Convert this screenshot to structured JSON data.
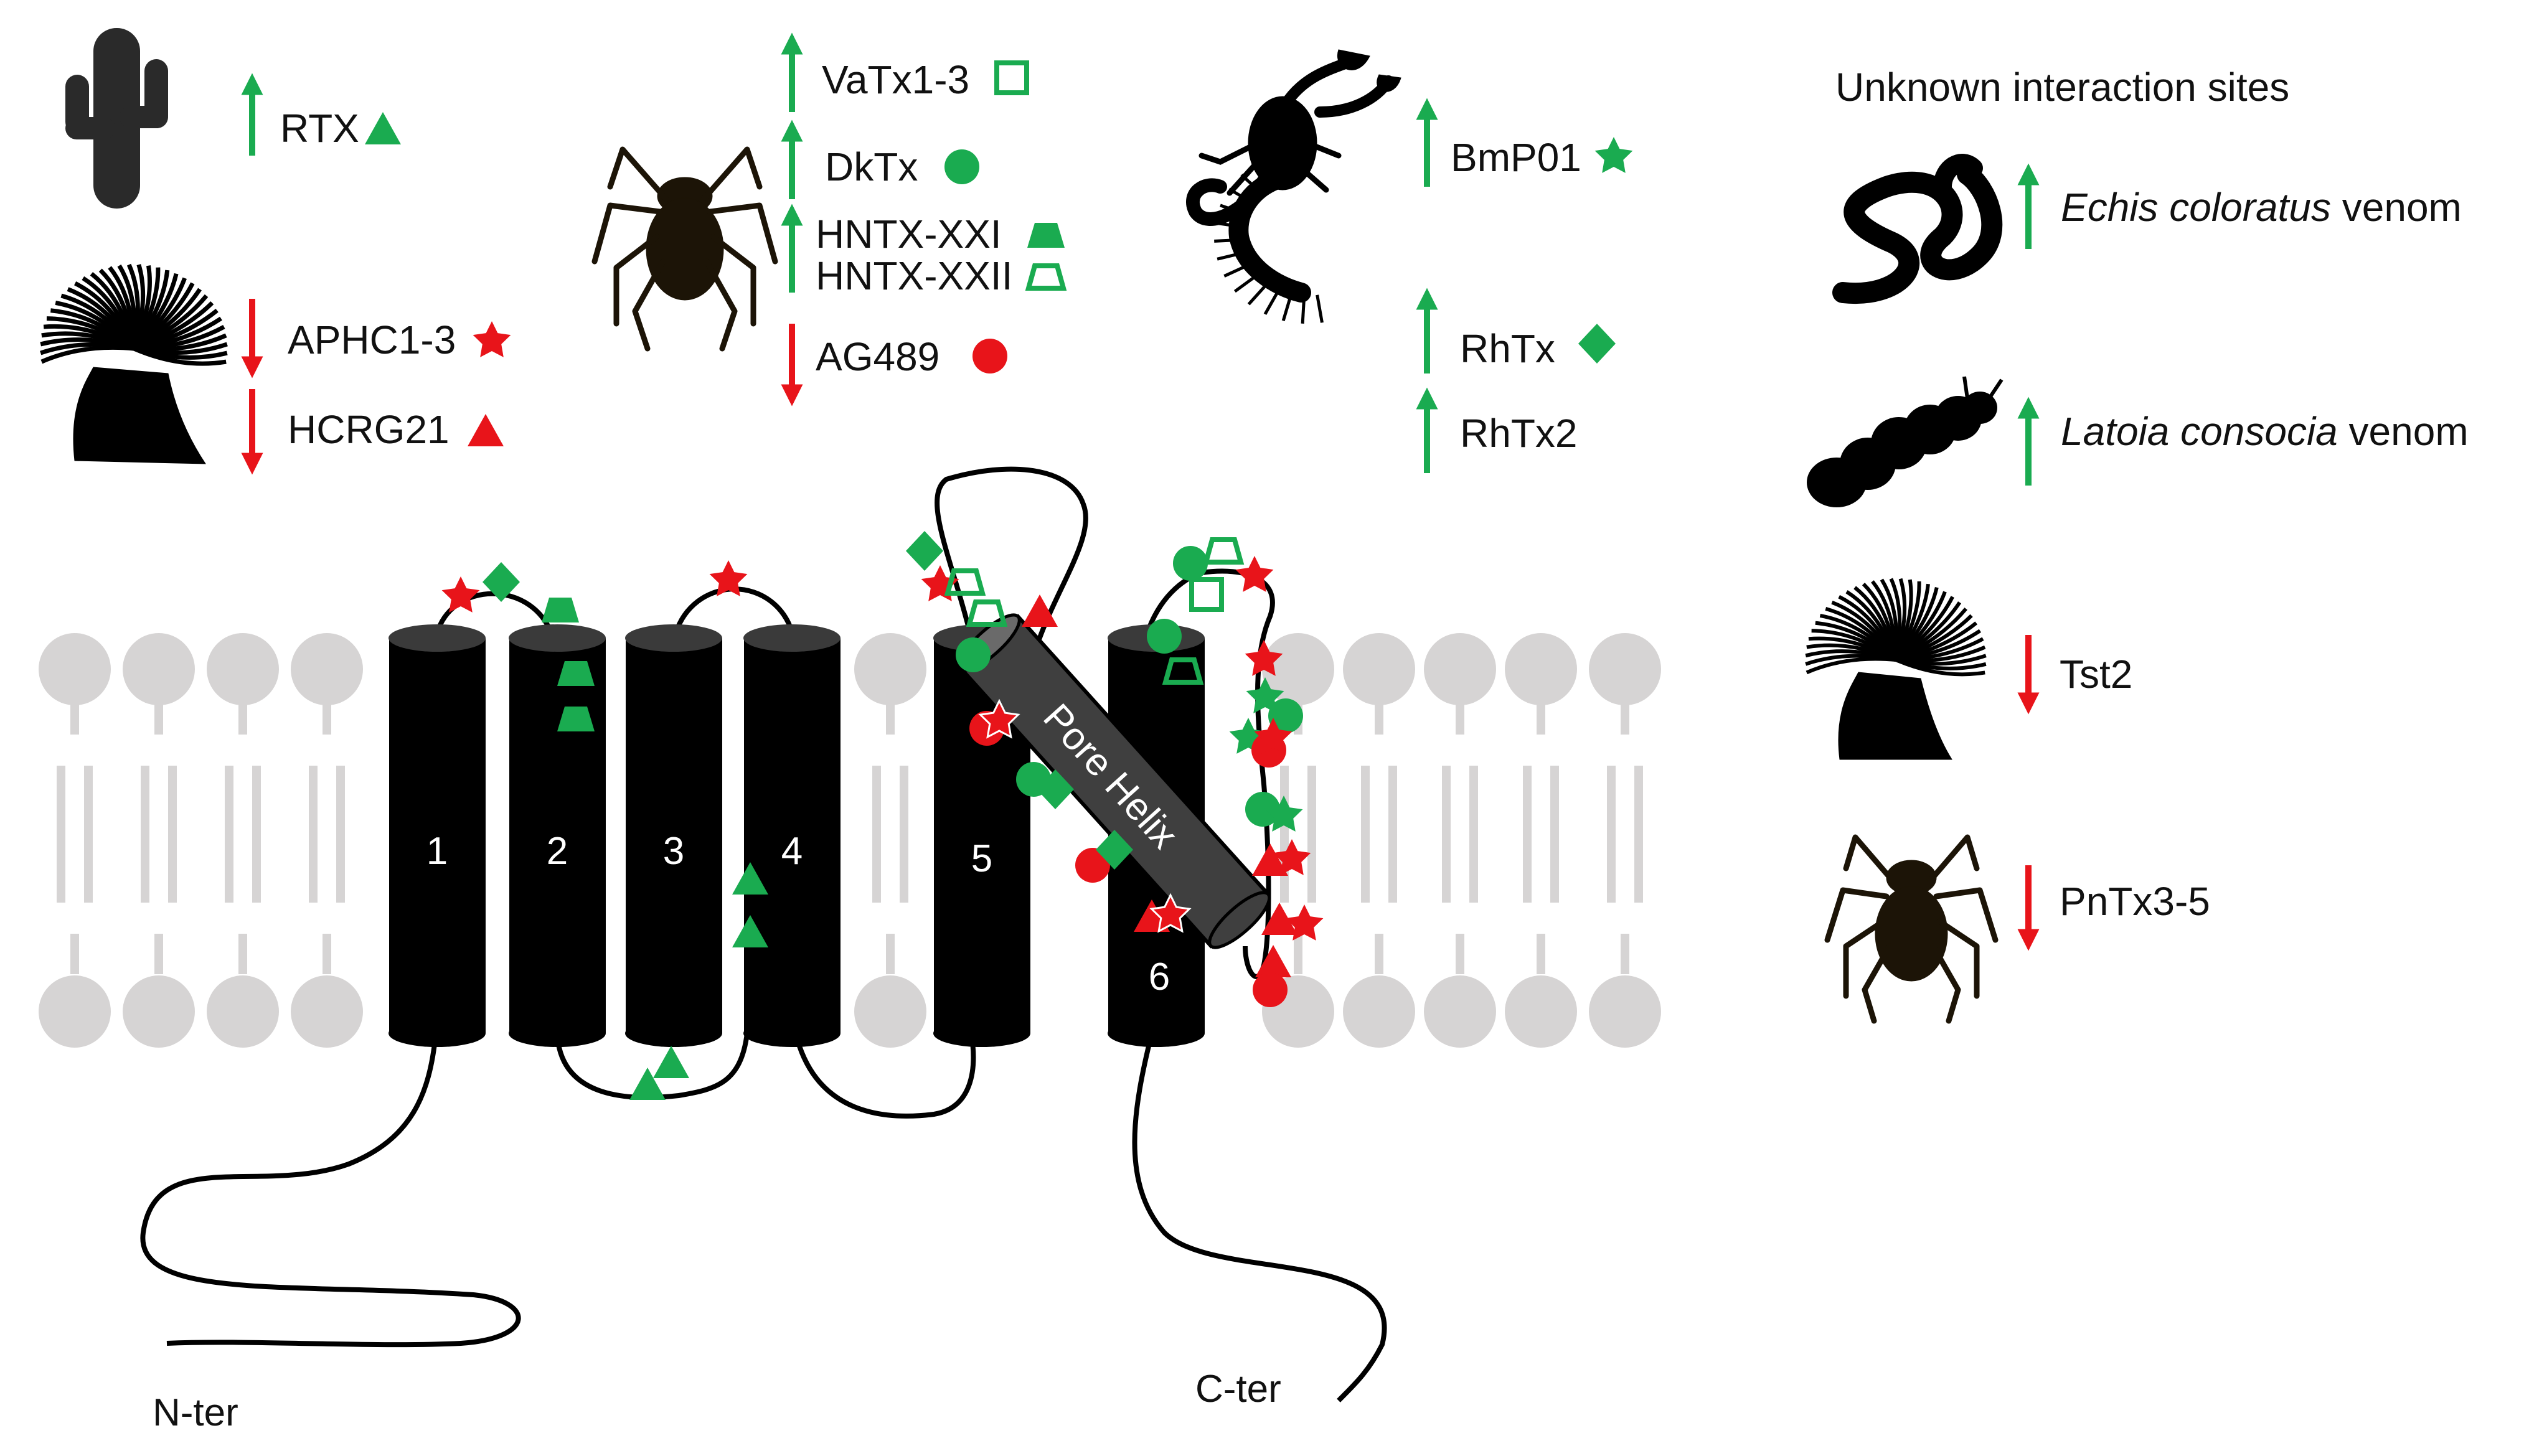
{
  "colors": {
    "activator": "#1aab50",
    "inhibitor": "#e8141a",
    "membrane": "#d6d4d4",
    "helix_fill": "#000000",
    "pore_fill": "#3f3f3f",
    "animal": "#1c1407"
  },
  "legend": {
    "cactus": {
      "icon": "cactus-icon",
      "toxins": [
        {
          "name": "RTX",
          "effect": "activator",
          "marker": "triangle-filled"
        }
      ]
    },
    "anemone": {
      "icon": "sea-anemone-icon",
      "toxins": [
        {
          "name": "APHC1-3",
          "effect": "inhibitor",
          "marker": "star"
        },
        {
          "name": "HCRG21",
          "effect": "inhibitor",
          "marker": "triangle-filled"
        }
      ]
    },
    "spider": {
      "icon": "spider-icon",
      "toxins": [
        {
          "name": "VaTx1-3",
          "effect": "activator",
          "marker": "square-open"
        },
        {
          "name": "DkTx",
          "effect": "activator",
          "marker": "circle-filled"
        },
        {
          "name": "HNTX-XXI",
          "effect": "activator",
          "marker": "trapezoid-filled"
        },
        {
          "name": "HNTX-XXII",
          "effect": "activator",
          "marker": "trapezoid-open"
        },
        {
          "name": "AG489",
          "effect": "inhibitor",
          "marker": "circle-filled"
        }
      ]
    },
    "scorpion": {
      "icon": "scorpion-icon",
      "toxins": [
        {
          "name": "BmP01",
          "effect": "activator",
          "marker": "star"
        }
      ]
    },
    "centipede": {
      "icon": "centipede-icon",
      "toxins": [
        {
          "name": "RhTx",
          "effect": "activator",
          "marker": "diamond-filled"
        },
        {
          "name": "RhTx2",
          "effect": "activator",
          "marker": "none"
        }
      ]
    }
  },
  "unknown_sites": {
    "heading": "Unknown interaction sites",
    "items": [
      {
        "icon": "snake-icon",
        "species": "Echis coloratus",
        "suffix": " venom",
        "effect": "activator"
      },
      {
        "icon": "caterpillar-icon",
        "species": "Latoia consocia",
        "suffix": " venom",
        "effect": "activator"
      },
      {
        "icon": "sea-anemone-icon",
        "name": "Tst2",
        "effect": "inhibitor"
      },
      {
        "icon": "spider-icon",
        "name": "PnTx3-5",
        "effect": "inhibitor"
      }
    ]
  },
  "channel": {
    "segments": [
      "1",
      "2",
      "3",
      "4",
      "5",
      "6"
    ],
    "pore_label": "Pore Helix",
    "n_terminus": "N-ter",
    "c_terminus": "C-ter"
  }
}
